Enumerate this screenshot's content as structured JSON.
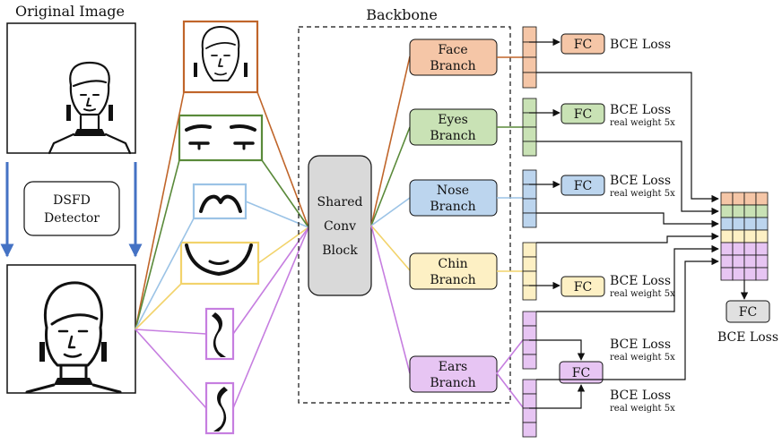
{
  "titles": {
    "original_image": "Original Image",
    "backbone": "Backbone"
  },
  "detector": {
    "line1": "DSFD",
    "line2": "Detector"
  },
  "shared": {
    "line1": "Shared",
    "line2": "Conv",
    "line3": "Block"
  },
  "branches": [
    {
      "line1": "Face",
      "line2": "Branch",
      "fill": "#f5c6a7",
      "stroke": "#c66a2c"
    },
    {
      "line1": "Eyes",
      "line2": "Branch",
      "fill": "#c9e2b5",
      "stroke": "#5a8f3a"
    },
    {
      "line1": "Nose",
      "line2": "Branch",
      "fill": "#bcd5ee",
      "stroke": "#6d9ccb"
    },
    {
      "line1": "Chin",
      "line2": "Branch",
      "fill": "#fdf0c4",
      "stroke": "#c9ad56"
    },
    {
      "line1": "Ears",
      "line2": "Branch",
      "fill": "#e7c5f3",
      "stroke": "#a35ab8"
    }
  ],
  "fc_label": "FC",
  "losses": {
    "face": "BCE Loss",
    "eyes": "BCE Loss",
    "eyes_note": "real weight 5x",
    "nose": "BCE Loss",
    "nose_note": "real weight 5x",
    "chin": "BCE Loss",
    "chin_note": "real weight 5x",
    "ears_top": "BCE Loss",
    "ears_top_note": "real weight 5x",
    "ears_bottom": "BCE Loss",
    "ears_bottom_note": "real weight 5x",
    "final": "BCE Loss"
  },
  "colors": {
    "face": "#c0652a",
    "eyes": "#5a8a3a",
    "nose": "#9bc3e6",
    "chin": "#f2d36b",
    "ears": "#c67ee0",
    "arrow_blue": "#4472c4",
    "shared_fill": "#d9d9d9",
    "fc_gray": "#e0e0e0"
  }
}
